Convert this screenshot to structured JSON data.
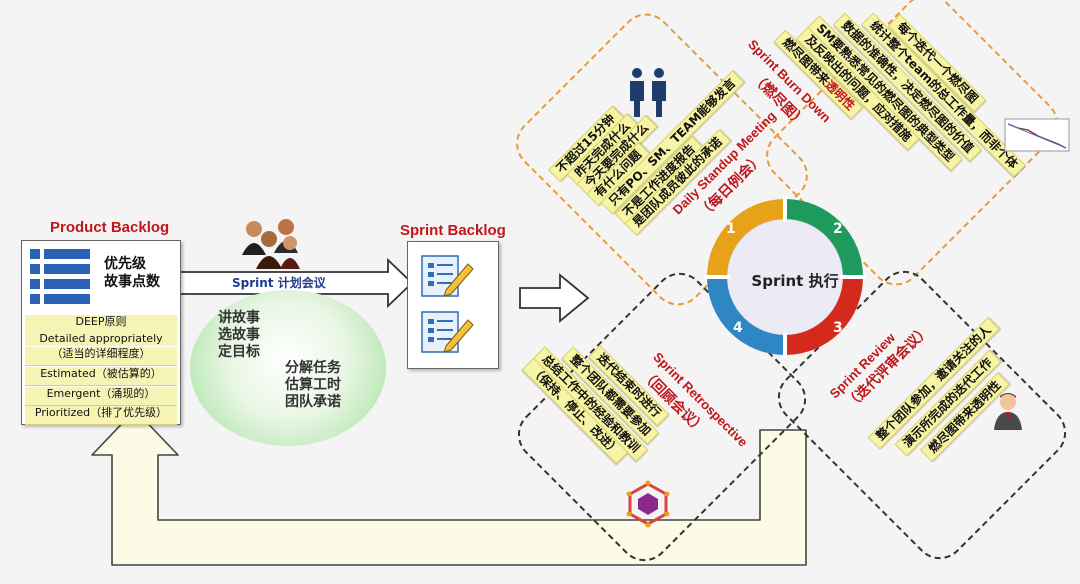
{
  "product_backlog": {
    "title": "Product Backlog",
    "line1": "优先级",
    "line2": "故事点数",
    "deep": [
      "DEEP原则",
      "Detailed appropriately",
      "（适当的详细程度）",
      "Estimated（被估算的）",
      "Emergent（涌现的）",
      "Prioritized（排了优先级）"
    ]
  },
  "planning": {
    "arrow_label": "Sprint 计划会议",
    "circle_left": [
      "讲故事",
      "选故事",
      "定目标"
    ],
    "circle_right": [
      "分解任务",
      "估算工时",
      "团队承诺"
    ]
  },
  "sprint_backlog": {
    "title": "Sprint Backlog"
  },
  "cycle": {
    "center": "Sprint 执行",
    "nums": [
      "1",
      "2",
      "3",
      "4"
    ]
  },
  "standup": {
    "title": "Daily Standup Meeting",
    "subtitle": "（每日例会）",
    "notes": [
      "不超过15分钟",
      "昨天完成什么",
      "今天要完成什么",
      "有什么问题",
      "只有PO、SM、TEAM能够发言",
      "不是工作进度报告",
      "是团队成员彼此的承诺"
    ]
  },
  "burndown": {
    "title": "Sprint Burn Down",
    "subtitle": "（燃尽图）",
    "notes": [
      "每个迭代一个燃尽图",
      "统计整个team的总工作量，而非个体",
      "数据的准确性，决定燃尽图的价值",
      "SM要熟悉常见的燃尽图的典型类型",
      "及反映出的问题，应对措施"
    ],
    "footer_prefix": "燃尽图带来",
    "footer_em": "透明性"
  },
  "retro": {
    "title": "Sprint Retrospective",
    "subtitle": "（回顾会议）",
    "notes": [
      "迭代结束时进行",
      "整个团队都需要参加",
      "总结工作中的经验和教训",
      "（保持、停止、改进）"
    ]
  },
  "review": {
    "title": "Sprint Review",
    "subtitle": "（迭代评审会议）",
    "notes": [
      "整个团队参加，邀请关注的人",
      "演示所完成的迭代工作",
      "燃尽图带来透明性"
    ]
  },
  "colors": {
    "red": "#c0161c",
    "note": "#f8f4a6",
    "orange_dash": "#e89a3a",
    "seg1": "#e8a21a",
    "seg2": "#1d9a5c",
    "seg3": "#d42a1c",
    "seg4": "#2f86c4",
    "loop": "#fdfbe6"
  }
}
